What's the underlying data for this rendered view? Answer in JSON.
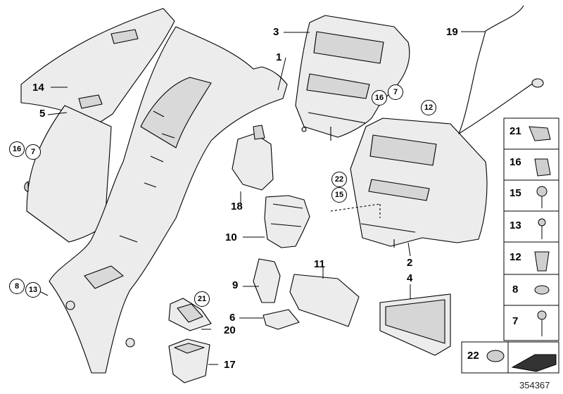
{
  "diagram": {
    "callouts": {
      "c1": "1",
      "c2": "2",
      "c3": "3",
      "c4": "4",
      "c5": "5",
      "c6": "6",
      "c8": "8",
      "c9": "9",
      "c10": "10",
      "c11": "11",
      "c13": "13",
      "c14": "14",
      "c17": "17",
      "c18": "18",
      "c19": "19",
      "c20": "20"
    },
    "circled": {
      "left_16": "16",
      "left_7": "7",
      "left_8": "8",
      "left_13": "13",
      "mid_16": "16",
      "mid_7": "7",
      "mid_12": "12",
      "mid_22": "22",
      "mid_15": "15",
      "bottom_21": "21"
    },
    "parts_panel": {
      "items": [
        "21",
        "16",
        "15",
        "13",
        "12",
        "8",
        "7"
      ],
      "bottom": "22"
    },
    "image_number": "354367"
  },
  "colors": {
    "line": "#000000",
    "fill": "#ececec",
    "shade": "#c8c8c8",
    "panel": "#dcdcdc"
  }
}
